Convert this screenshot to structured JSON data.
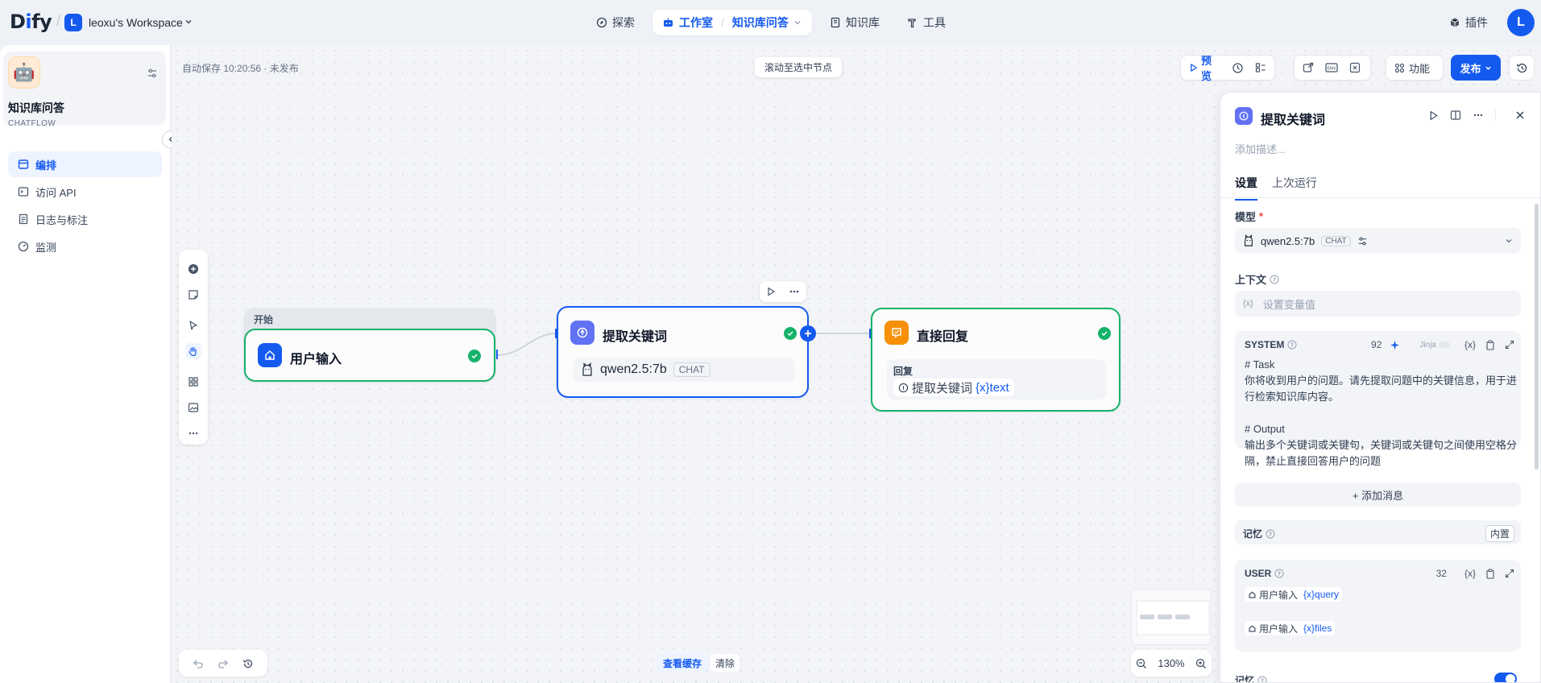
{
  "topbar": {
    "logo_d": "D",
    "logo_i": "i",
    "logo_rest": "fy",
    "workspace_initial": "L",
    "workspace_name": "leoxu's Workspace",
    "nav": {
      "explore": "探索",
      "studio": "工作室",
      "studio_app": "知识库问答",
      "knowledge": "知识库",
      "tools": "工具",
      "plugins": "插件"
    },
    "user_initial": "L"
  },
  "sidebar": {
    "app_icon": "🤖",
    "app_name": "知识库问答",
    "app_type": "CHATFLOW",
    "items": [
      {
        "label": "编排"
      },
      {
        "label": "访问 API"
      },
      {
        "label": "日志与标注"
      },
      {
        "label": "监测"
      }
    ]
  },
  "canvas": {
    "autosave": "自动保存 10:20:56 · 未发布",
    "scroll_to_node": "滚动至选中节点",
    "view_cache": "查看缓存",
    "clear": "清除",
    "zoom": "130%"
  },
  "header": {
    "preview": "预览",
    "features": "功能",
    "publish": "发布"
  },
  "nodes": {
    "start": {
      "tag": "开始",
      "title": "用户输入"
    },
    "keyword": {
      "title": "提取关键词",
      "model": "qwen2.5:7b",
      "model_badge": "CHAT"
    },
    "reply": {
      "title": "直接回复",
      "label": "回复",
      "var_node": "提取关键词",
      "var_name": "{x}text"
    }
  },
  "panel": {
    "title": "提取关键词",
    "desc_placeholder": "添加描述...",
    "tabs": [
      {
        "label": "设置"
      },
      {
        "label": "上次运行"
      }
    ],
    "model_label": "模型",
    "model_required": "*",
    "model_name": "qwen2.5:7b",
    "model_badge": "CHAT",
    "context_label": "上下文",
    "context_var_icon": "{x}",
    "context_placeholder": "设置变量值",
    "system": {
      "label": "SYSTEM",
      "tokens": "92",
      "jinja": "Jinja",
      "var_icon": "{x}",
      "body": "# Task\n你将收到用户的问题。请先提取问题中的关键信息，用于进行检索知识库内容。\n\n# Output\n输出多个关键词或关键句，关键词或关键句之间使用空格分隔，禁止直接回答用户的问题"
    },
    "add_message": "+ 添加消息",
    "memory_label": "记忆",
    "memory_builtin": "内置",
    "user": {
      "label": "USER",
      "tokens": "32",
      "var_icon": "{x}",
      "vars": [
        {
          "node": "用户输入",
          "name": "{x}query"
        },
        {
          "node": "用户输入",
          "name": "{x}files"
        }
      ]
    },
    "memory_label_2": "记忆"
  }
}
